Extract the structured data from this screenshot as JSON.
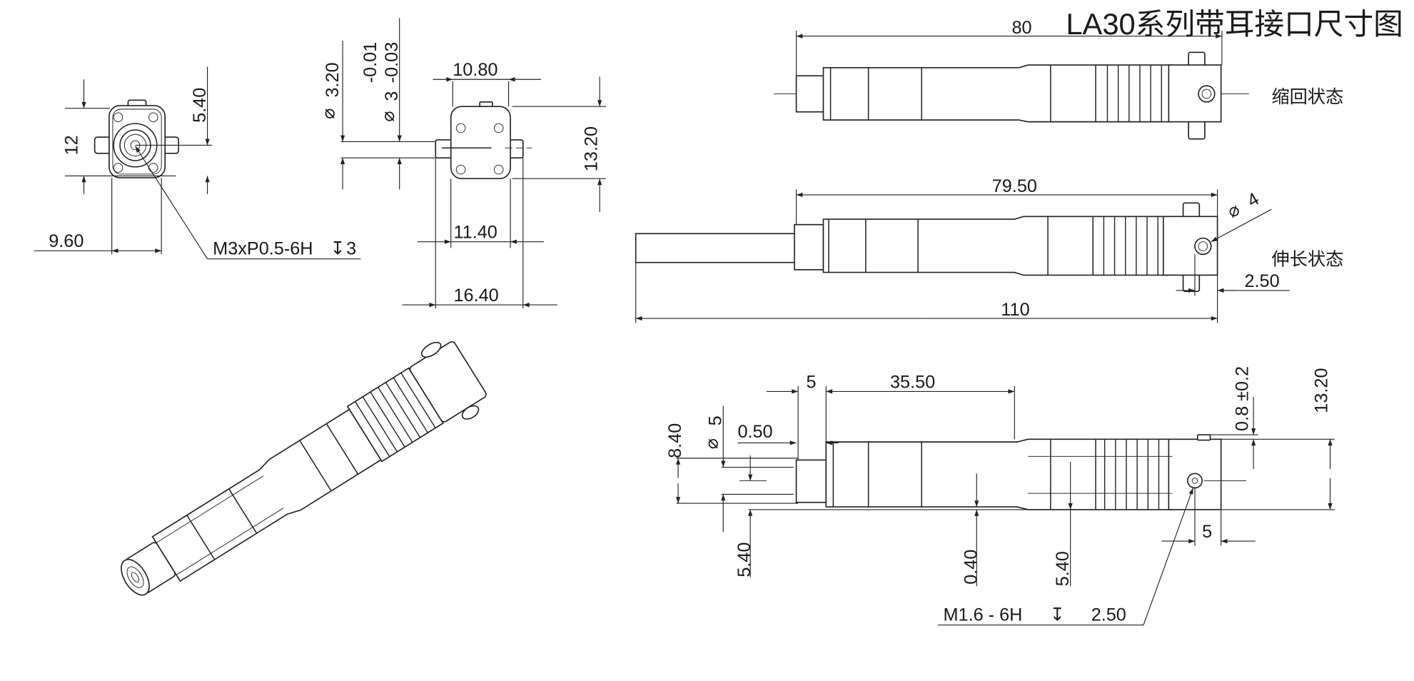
{
  "title": "LA30系列带耳接口尺寸图",
  "front_view": {
    "height": "12",
    "offset": "5.40",
    "width": "9.60",
    "thread": "M3xP0.5-6H",
    "thread_depth": "3"
  },
  "side_view": {
    "shaft_dia": "3.20",
    "pin_dia": "3",
    "tol_upper": "-0.01",
    "tol_lower": "-0.03",
    "top_width": "10.80",
    "height": "13.20",
    "mid_width": "11.40",
    "total_width": "16.40"
  },
  "retracted": {
    "length": "80",
    "state_label": "缩回状态"
  },
  "extended": {
    "body_length": "79.50",
    "hole_dia": "4",
    "state_label": "伸长状态",
    "hole_offset": "2.50",
    "total_length": "110"
  },
  "bottom_view": {
    "cap_len": "5",
    "body_len": "35.50",
    "height": "8.40",
    "rod_dia": "5",
    "gap": "0.50",
    "rod_offset": "5.40",
    "step": "0.40",
    "offset_right": "5.40",
    "ear_tol": "0.8 ±0.2",
    "total_height": "13.20",
    "hole_pos": "5",
    "thread": "M1.6 - 6H",
    "thread_depth": "2.50"
  },
  "symbols": {
    "diameter": "⌀",
    "depth": "↧"
  }
}
